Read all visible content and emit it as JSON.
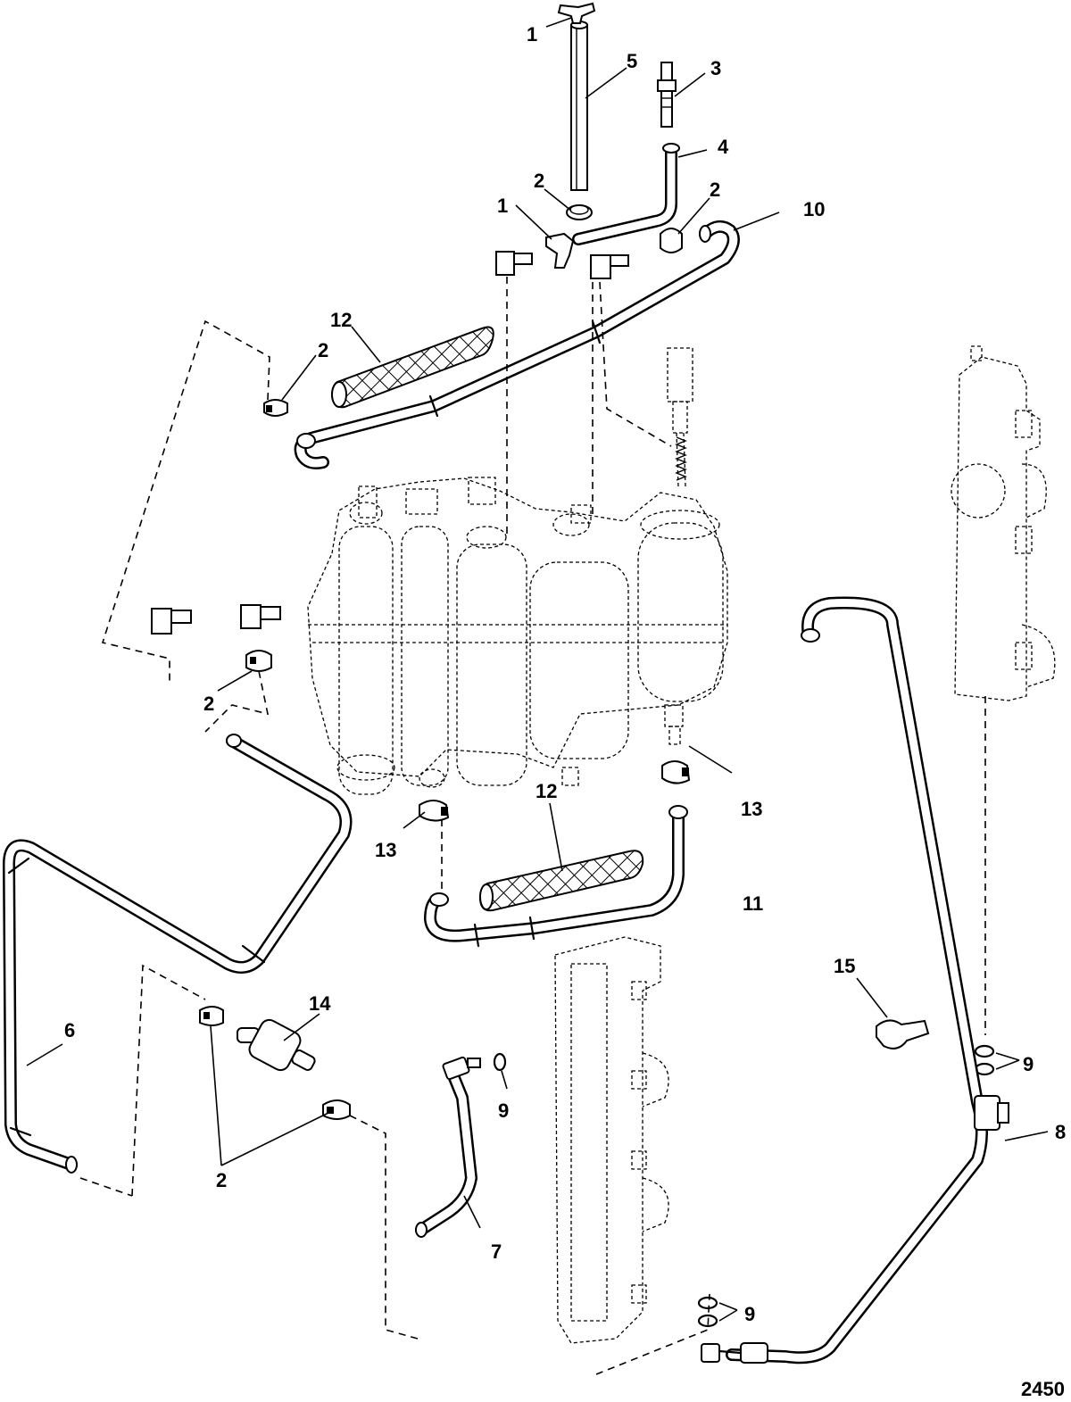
{
  "figure_number": "2450",
  "callouts": [
    {
      "id": "c1a",
      "text": "1"
    },
    {
      "id": "c1b",
      "text": "1"
    },
    {
      "id": "c2a",
      "text": "2"
    },
    {
      "id": "c2b",
      "text": "2"
    },
    {
      "id": "c2c",
      "text": "2"
    },
    {
      "id": "c2d",
      "text": "2"
    },
    {
      "id": "c2e",
      "text": "2"
    },
    {
      "id": "c3",
      "text": "3"
    },
    {
      "id": "c4",
      "text": "4"
    },
    {
      "id": "c5",
      "text": "5"
    },
    {
      "id": "c6",
      "text": "6"
    },
    {
      "id": "c7",
      "text": "7"
    },
    {
      "id": "c8",
      "text": "8"
    },
    {
      "id": "c9a",
      "text": "9"
    },
    {
      "id": "c9b",
      "text": "9"
    },
    {
      "id": "c9c",
      "text": "9"
    },
    {
      "id": "c10",
      "text": "10"
    },
    {
      "id": "c11",
      "text": "11"
    },
    {
      "id": "c12a",
      "text": "12"
    },
    {
      "id": "c12b",
      "text": "12"
    },
    {
      "id": "c13a",
      "text": "13"
    },
    {
      "id": "c13b",
      "text": "13"
    },
    {
      "id": "c14",
      "text": "14"
    },
    {
      "id": "c15",
      "text": "15"
    }
  ]
}
